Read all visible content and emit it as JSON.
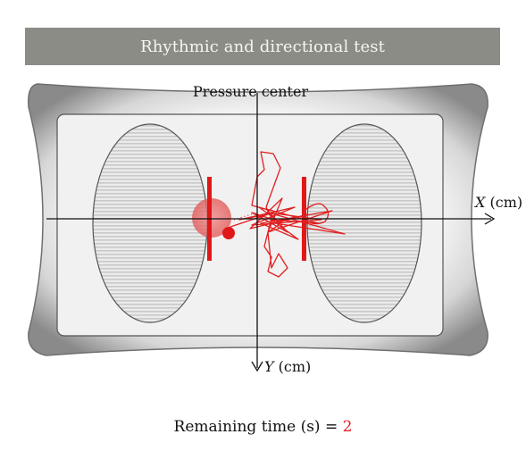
{
  "title": "Rhythmic and directional test",
  "labels": {
    "pressure_center": "Pressure center",
    "x_axis_var": "X",
    "x_axis_unit": "(cm)",
    "y_axis_var": "Y",
    "y_axis_unit": "(cm)"
  },
  "footer": {
    "remaining_label": "Remaining time (s) =",
    "remaining_value": "2"
  },
  "colors": {
    "title_bar": "#8c8c87",
    "title_text": "#f6f6f0",
    "trace": "#e02020",
    "target_bar": "#e01818",
    "remaining_value": "#e02020"
  }
}
